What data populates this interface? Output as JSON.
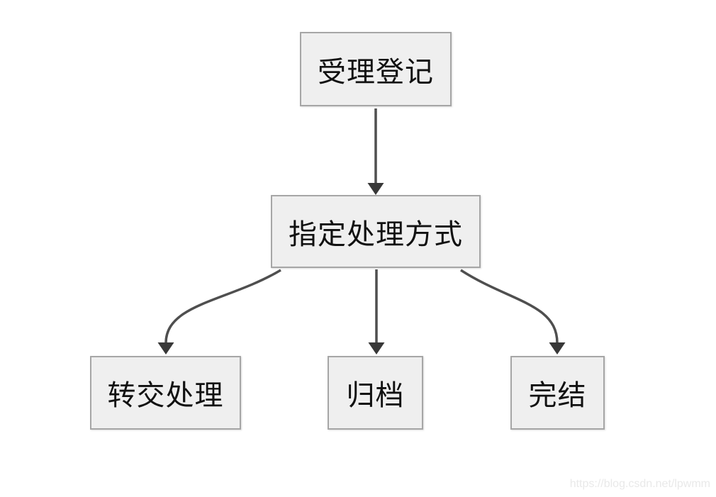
{
  "diagram": {
    "type": "flowchart",
    "direction": "top-down",
    "nodes": {
      "top": {
        "label": "受理登记"
      },
      "middle": {
        "label": "指定处理方式"
      },
      "bottom_left": {
        "label": "转交处理"
      },
      "bottom_center": {
        "label": "归档"
      },
      "bottom_right": {
        "label": "完结"
      }
    },
    "edges": [
      {
        "from": "受理登记",
        "to": "指定处理方式",
        "style": "straight-arrow"
      },
      {
        "from": "指定处理方式",
        "to": "转交处理",
        "style": "curved-arrow"
      },
      {
        "from": "指定处理方式",
        "to": "归档",
        "style": "straight-arrow"
      },
      {
        "from": "指定处理方式",
        "to": "完结",
        "style": "curved-arrow"
      }
    ],
    "colors": {
      "background": "#ffffff",
      "node_fill": "#efefef",
      "node_border": "#a6a6a6",
      "node_text": "#111111",
      "arrow": "#4f4f4f",
      "arrow_head": "#383838",
      "watermark_text": "#e9e9e9"
    }
  },
  "watermark": {
    "text": "https://blog.csdn.net/lpwmm"
  }
}
